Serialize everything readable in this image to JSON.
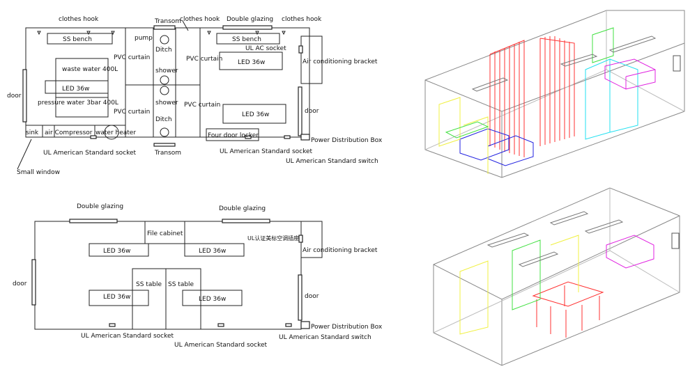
{
  "plan1": {
    "clothes_hook_left": "clothes hook",
    "clothes_hook_mid": "clothes hook",
    "clothes_hook_right": "clothes hook",
    "transom_top": "Transom",
    "transom_bottom": "Transom",
    "double_glazing": "Double glazing",
    "ss_bench_left": "SS bench",
    "ss_bench_right": "SS bench",
    "pump": "pump",
    "ditch_top": "Ditch",
    "ditch_bottom": "Ditch",
    "shower_top": "shower",
    "shower_bottom": "shower",
    "pvc_curtain_1": "PVC curtain",
    "pvc_curtain_2": "PVC curtain",
    "pvc_curtain_3": "PVC curtain",
    "pvc_curtain_4": "PVC curtain",
    "ul_ac_socket": "UL AC socket",
    "waste_water": "waste water 400L",
    "led_1": "LED 36w",
    "led_2": "LED 36w",
    "led_3": "LED 36w",
    "pressure_water": "pressure water 3bar 400L",
    "air_conditioning_bracket": "Air conditioning bracket",
    "door_left": "door",
    "door_right": "door",
    "sink": "sink",
    "air_compressor": "air Compressor",
    "water_heater": "water heater",
    "four_door_locker": "Four door locker",
    "power_distribution_box": "Power Distribution Box",
    "ul_socket_left": "UL American Standard socket",
    "ul_socket_right": "UL American Standard socket",
    "ul_switch": "UL American Standard switch",
    "small_window": "Small window"
  },
  "plan2": {
    "double_glazing_left": "Double glazing",
    "double_glazing_right": "Double glazing",
    "file_cabinet": "File cabinet",
    "ul_ac_socket_cn": "UL认证美标空调插座",
    "air_conditioning_bracket": "Air conditioning bracket",
    "led_1": "LED 36w",
    "led_2": "LED 36w",
    "led_3": "LED 36w",
    "led_4": "LED 36w",
    "ss_table_1": "SS table",
    "ss_table_2": "SS table",
    "door_left": "door",
    "door_right": "door",
    "power_distribution_box": "Power Distribution Box",
    "ul_socket_1": "UL American Standard socket",
    "ul_socket_2": "UL American Standard socket",
    "ul_switch": "UL American Standard switch"
  },
  "colors": {
    "red": "#ff3030",
    "magenta": "#e020e0",
    "blue": "#2020e0",
    "cyan": "#20e0f0",
    "yellow": "#f0f040",
    "green": "#40e040",
    "gray": "#777777"
  }
}
